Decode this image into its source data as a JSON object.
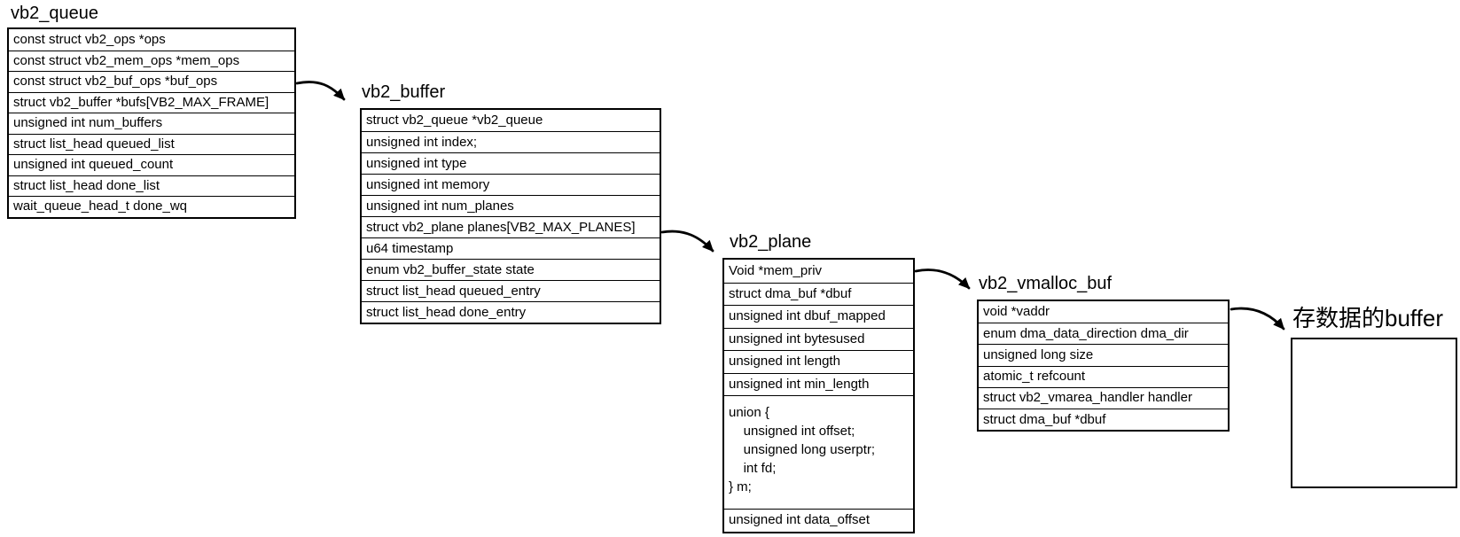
{
  "diagram": {
    "colors": {
      "line": "#000000",
      "text": "#000000",
      "background": "#ffffff"
    },
    "structs": [
      {
        "name": "vb2_queue",
        "fields": [
          "const struct vb2_ops *ops",
          "const struct vb2_mem_ops *mem_ops",
          "const struct vb2_buf_ops *buf_ops",
          "struct vb2_buffer *bufs[VB2_MAX_FRAME]",
          "unsigned int num_buffers",
          "struct list_head queued_list",
          "unsigned int queued_count",
          "struct list_head done_list",
          "wait_queue_head_t done_wq"
        ]
      },
      {
        "name": "vb2_buffer",
        "fields": [
          "struct vb2_queue *vb2_queue",
          "unsigned int index;",
          "unsigned int type",
          "unsigned int memory",
          "unsigned int num_planes",
          "struct vb2_plane planes[VB2_MAX_PLANES]",
          "u64 timestamp",
          "enum vb2_buffer_state state",
          "struct list_head queued_entry",
          "struct list_head done_entry"
        ]
      },
      {
        "name": "vb2_plane",
        "fields": [
          "Void *mem_priv",
          "struct dma_buf *dbuf",
          "unsigned int dbuf_mapped",
          "unsigned int bytesused",
          "unsigned int length",
          "unsigned int min_length",
          "union {\n    unsigned int offset;\n    unsigned long userptr;\n    int fd;\n} m;",
          "unsigned int data_offset"
        ]
      },
      {
        "name": "vb2_vmalloc_buf",
        "fields": [
          "void *vaddr",
          "enum dma_data_direction dma_dir",
          "unsigned long size",
          "atomic_t refcount",
          "struct vb2_vmarea_handler handler",
          "struct dma_buf *dbuf"
        ]
      },
      {
        "name": "存数据的buffer",
        "fields": []
      }
    ],
    "arrows": [
      {
        "from": "vb2_queue.buf_ops",
        "to": "vb2_buffer"
      },
      {
        "from": "vb2_buffer.planes",
        "to": "vb2_plane"
      },
      {
        "from": "vb2_plane.mem_priv",
        "to": "vb2_vmalloc_buf"
      },
      {
        "from": "vb2_vmalloc_buf.vaddr",
        "to": "存数据的buffer"
      }
    ]
  }
}
